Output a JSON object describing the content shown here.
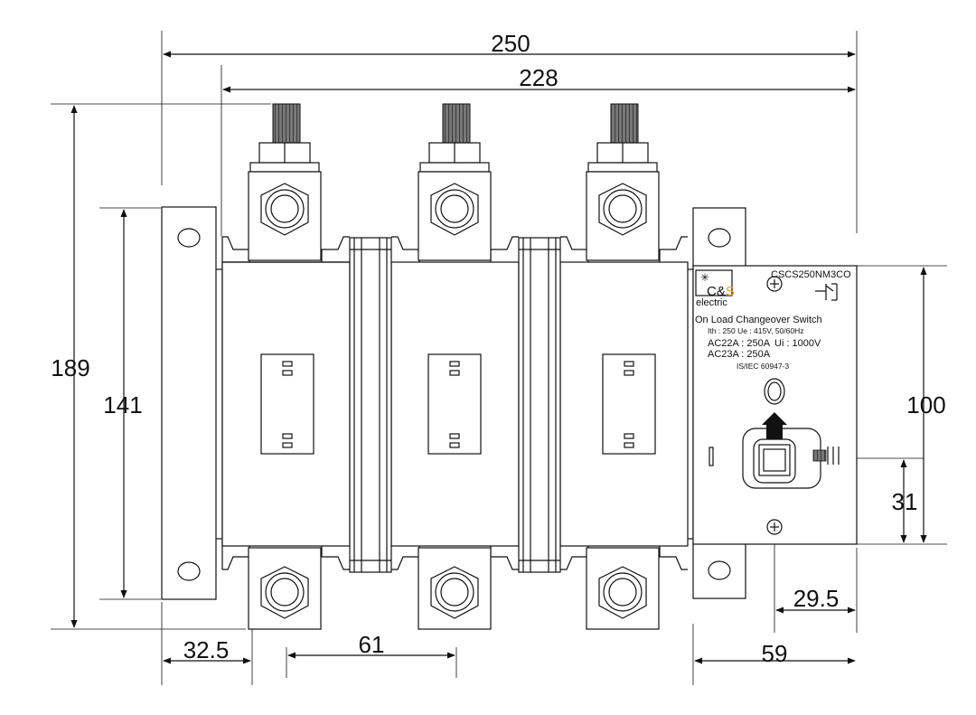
{
  "dimensions": {
    "overall_width": "250",
    "terminal_span": "228",
    "overall_height": "189",
    "mounting_height": "141",
    "handle_height": "100",
    "handle_offset": "31",
    "plate_left_offset": "32.5",
    "pole_pitch": "61",
    "handle_to_edge": "29.5",
    "panel_width": "59"
  },
  "label": {
    "brand": "C&S",
    "brand_sub": "electric",
    "model": "CSCS250NM3CO",
    "product": "On Load Changeover Switch",
    "rating_line": "Ith : 250 Ue : 415V, 50/60Hz",
    "ac22": "AC22A : 250A",
    "ui": "Ui : 1000V",
    "ac23": "AC23A : 250A",
    "standard": "IS/IEC 60947-3"
  },
  "colors": {
    "brand_accent": "#f39c12",
    "line": "#111111"
  }
}
